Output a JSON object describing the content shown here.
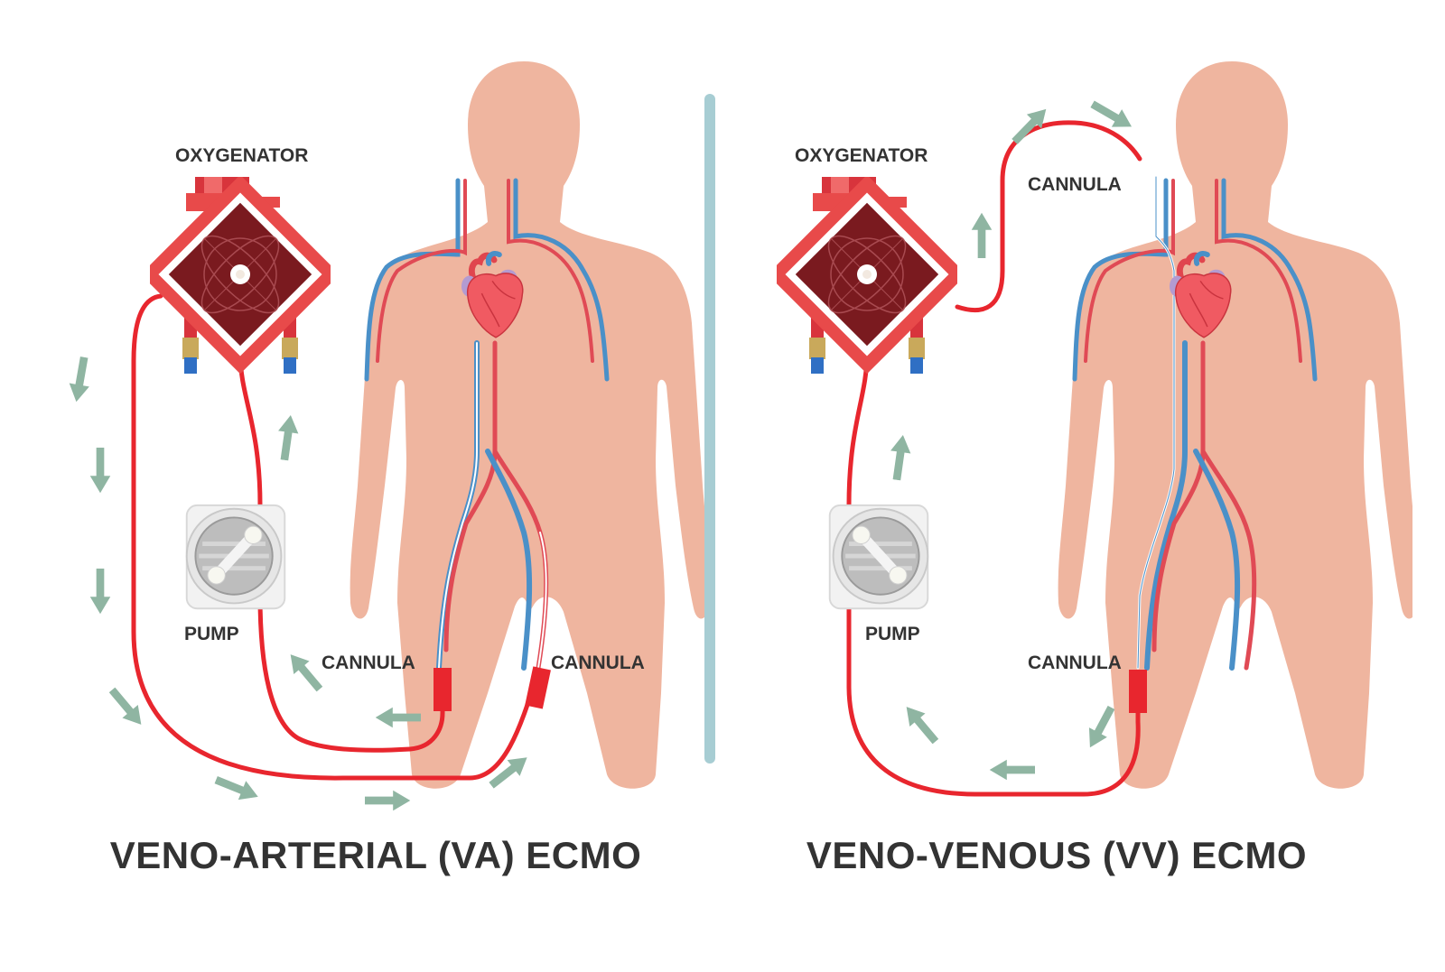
{
  "va": {
    "oxygenator_label": "OXYGENATOR",
    "pump_label": "PUMP",
    "cannula_left_label": "CANNULA",
    "cannula_right_label": "CANNULA",
    "title": "VENO-ARTERIAL (VA) ECMO"
  },
  "vv": {
    "oxygenator_label": "OXYGENATOR",
    "pump_label": "PUMP",
    "cannula_top_label": "CANNULA",
    "cannula_bottom_label": "CANNULA",
    "title": "VENO-VENOUS (VV) ECMO"
  },
  "colors": {
    "skin": "#efb59f",
    "tube_red": "#e8262e",
    "vein_blue": "#4a90c8",
    "artery_red": "#e04a55",
    "flow_arrow": "#8fb5a2",
    "divider": "#a7cdd3",
    "oxygenator_body": "#e84a4a",
    "oxygenator_core": "#7a1a1f",
    "text": "#333333"
  }
}
